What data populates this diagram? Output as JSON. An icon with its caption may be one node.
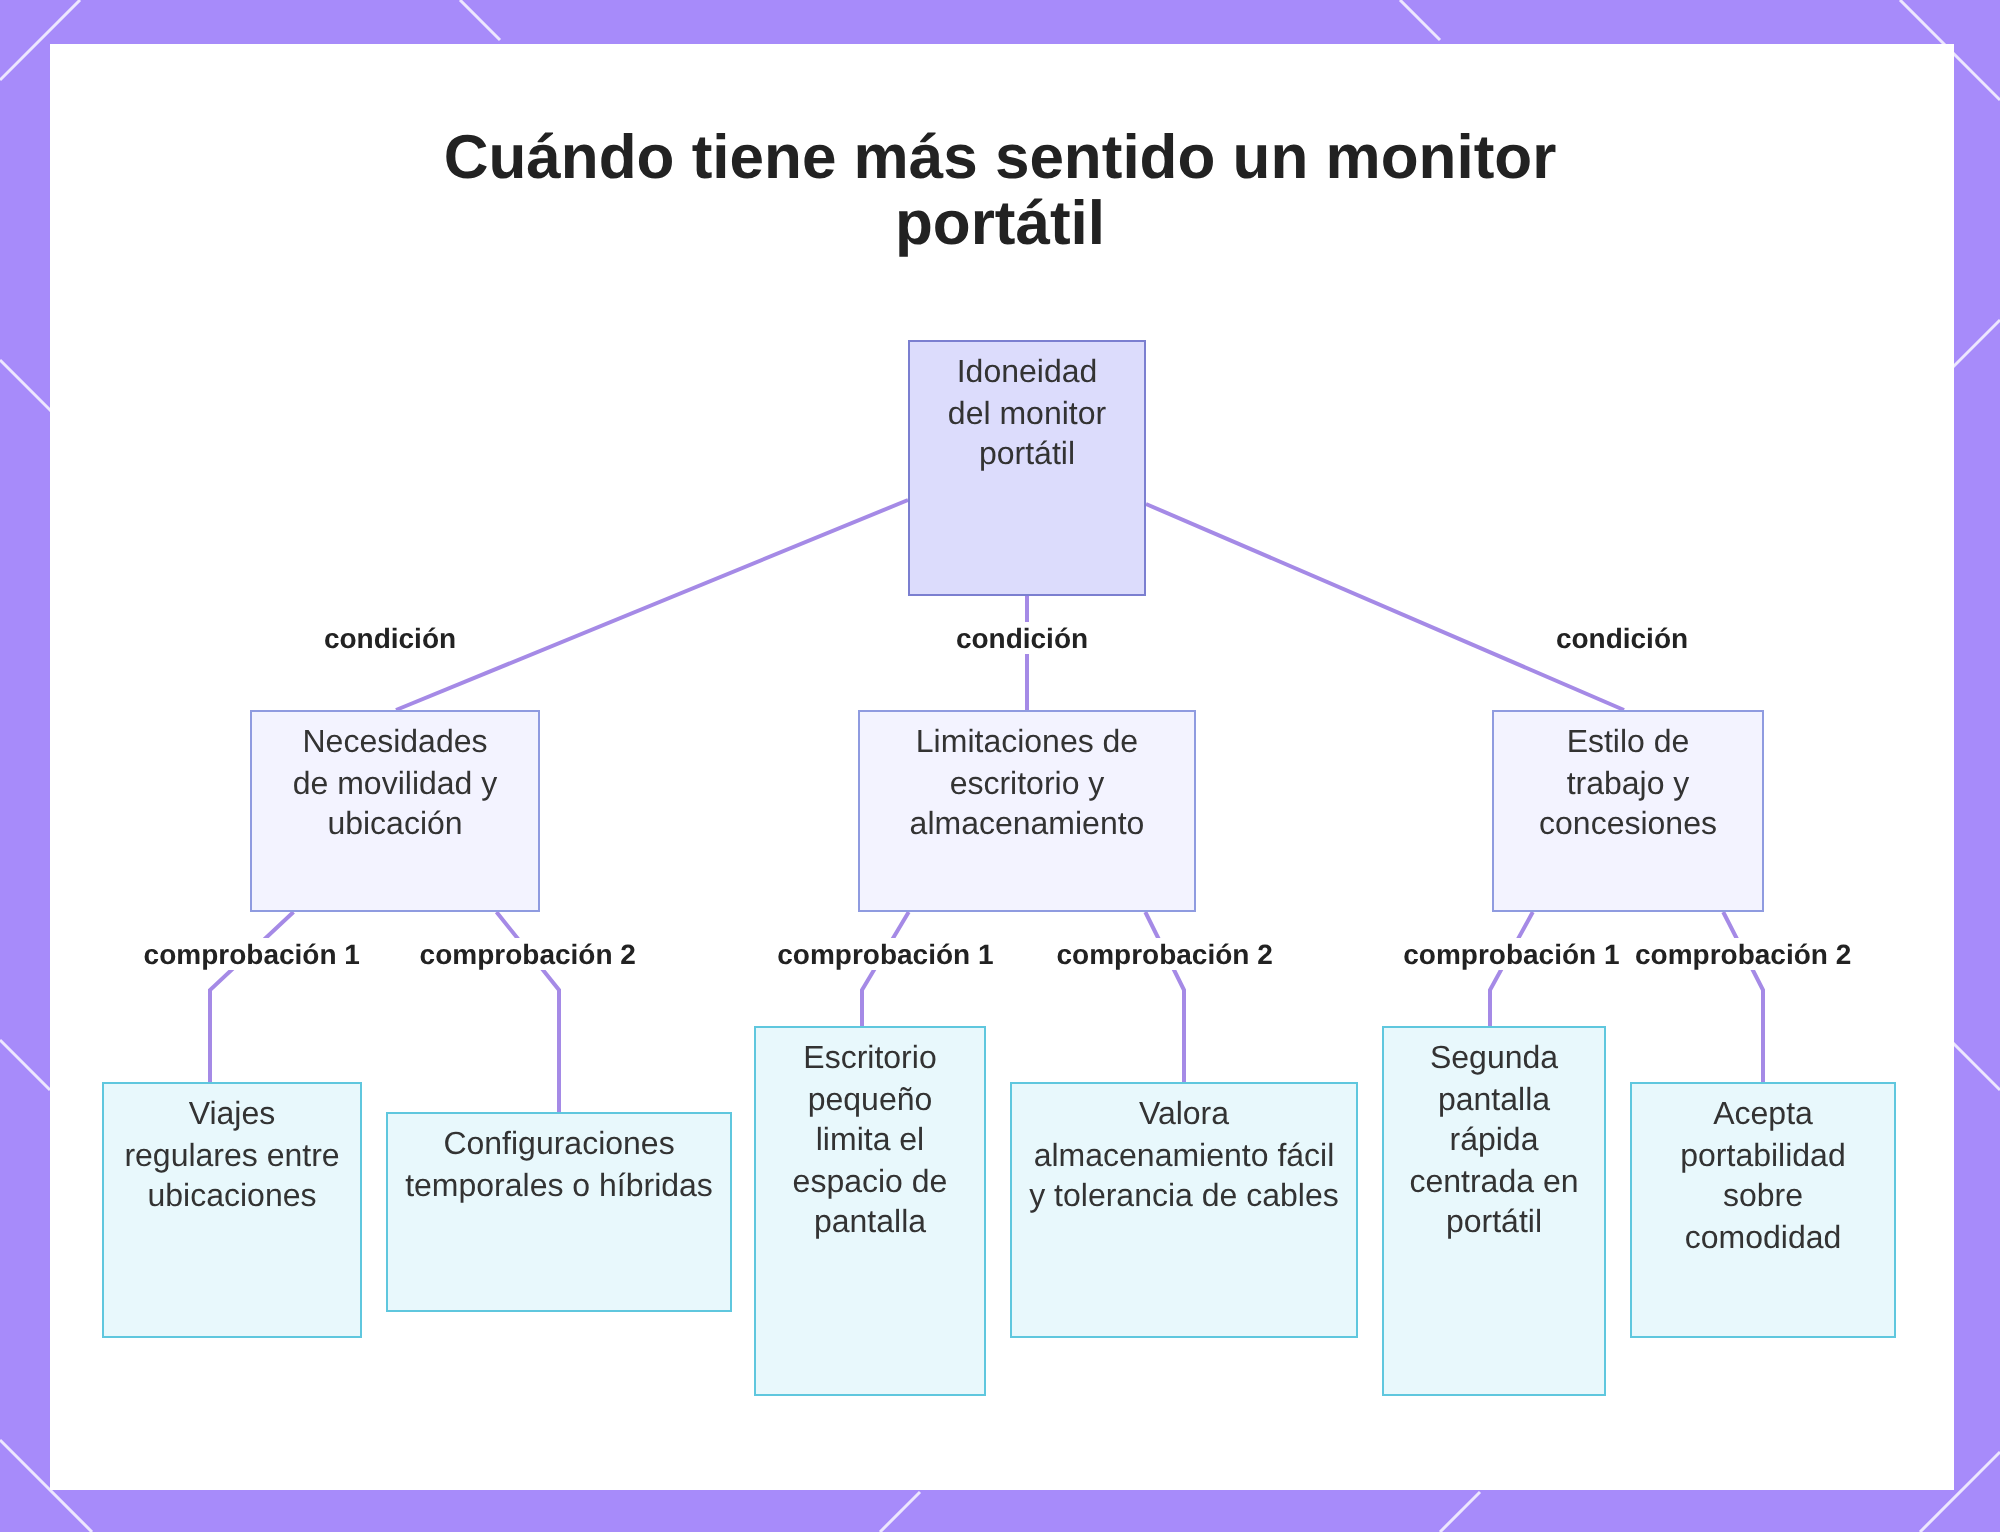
{
  "diagram": {
    "title": "Cuándo tiene más sentido un monitor portátil",
    "nodes": [
      {
        "text": [
          "Idoneidad del monitor portátil"
        ]
      },
      {
        "text": [
          "Necesidades de movilidad y ubicación"
        ]
      },
      {
        "text": [
          "Limitaciones de escritorio y almacenamiento"
        ]
      },
      {
        "text": [
          "Estilo de trabajo y concesiones"
        ]
      },
      {
        "text": [
          "Viajes regulares entre ubicaciones"
        ]
      },
      {
        "text": [
          "Configuraciones temporales o híbridas"
        ]
      },
      {
        "text": [
          "Escritorio pequeño limita el espacio de pantalla"
        ]
      },
      {
        "text": [
          "Valora almacenamiento fácil y tolerancia de cables"
        ]
      },
      {
        "text": [
          "Segunda pantalla rápida centrada en portátil"
        ]
      },
      {
        "text": [
          "Acepta portabilidad sobre comodidad"
        ]
      }
    ],
    "edges": [
      {
        "from": 0,
        "to": 1,
        "arrow": "none",
        "label": "condición"
      },
      {
        "from": 0,
        "to": 2,
        "arrow": "none",
        "label": "condición"
      },
      {
        "from": 0,
        "to": 3,
        "arrow": "none",
        "label": "condición"
      },
      {
        "from": 1,
        "to": 4,
        "arrow": "none",
        "label": "comprobación 1"
      },
      {
        "from": 1,
        "to": 5,
        "arrow": "none",
        "label": "comprobación 2"
      },
      {
        "from": 2,
        "to": 6,
        "arrow": "none",
        "label": "comprobación 1"
      },
      {
        "from": 2,
        "to": 7,
        "arrow": "none",
        "label": "comprobación 2"
      },
      {
        "from": 3,
        "to": 8,
        "arrow": "none",
        "label": "comprobación 1"
      },
      {
        "from": 3,
        "to": 9,
        "arrow": "none",
        "label": "comprobación 2"
      }
    ]
  }
}
